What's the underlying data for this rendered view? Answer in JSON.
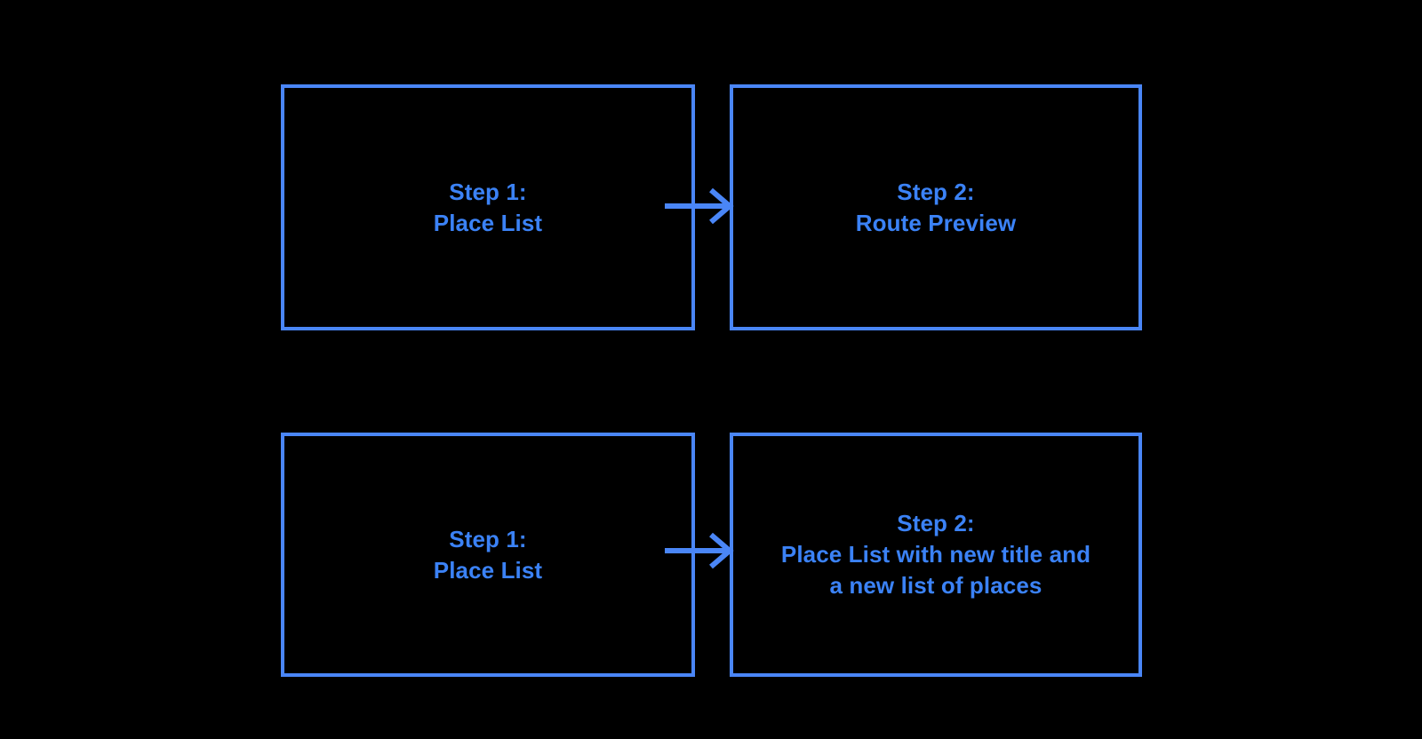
{
  "diagram": {
    "type": "flow",
    "background_color": "#000000",
    "border_color": "#4a86f7",
    "text_color": "#3b82f6",
    "rows": [
      {
        "name": "route-preview-flow",
        "boxes": [
          {
            "name": "step-1-place-list",
            "label": "Step 1:\nPlace List"
          },
          {
            "name": "step-2-route-preview",
            "label": "Step 2:\nRoute Preview"
          }
        ],
        "connector": {
          "name": "arrow-right",
          "icon": "arrow-right-icon"
        }
      },
      {
        "name": "place-list-update-flow",
        "boxes": [
          {
            "name": "step-1-place-list",
            "label": "Step 1:\nPlace List"
          },
          {
            "name": "step-2-place-list-updated",
            "label": "Step 2:\nPlace List with new title and\na new list of places"
          }
        ],
        "connector": {
          "name": "arrow-right",
          "icon": "arrow-right-icon"
        }
      }
    ]
  }
}
